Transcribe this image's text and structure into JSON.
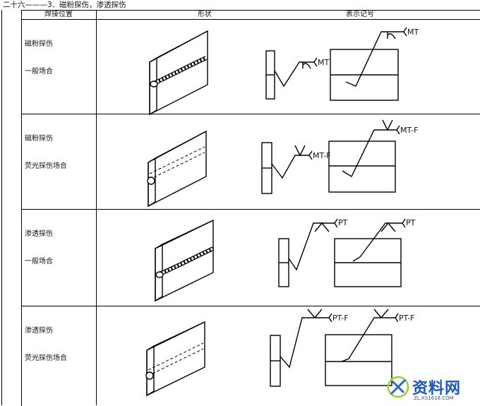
{
  "title": "二十六———3．磁粉探伤，渗透探伤",
  "headers": {
    "position": "焊接位置",
    "shape": "形状",
    "symbol": "表示记号"
  },
  "rows": [
    {
      "label_line1": "磁粉探伤",
      "label_line2": "一般场合",
      "sym_small": "MT",
      "sym_large": "MT"
    },
    {
      "label_line1": "磁粉探伤",
      "label_line2": "荧光探伤场合",
      "sym_small": "MT-F",
      "sym_large": "MT-F"
    },
    {
      "label_line1": "渗透探伤",
      "label_line2": "一般场合",
      "sym_small": "PT",
      "sym_large": "PT"
    },
    {
      "label_line1": "渗透探伤",
      "label_line2": "荧光探伤场合",
      "sym_small": "PT-F",
      "sym_large": "PT-F"
    }
  ],
  "watermark": {
    "name": "资料网",
    "url": "ZL.XS1616.COM"
  }
}
